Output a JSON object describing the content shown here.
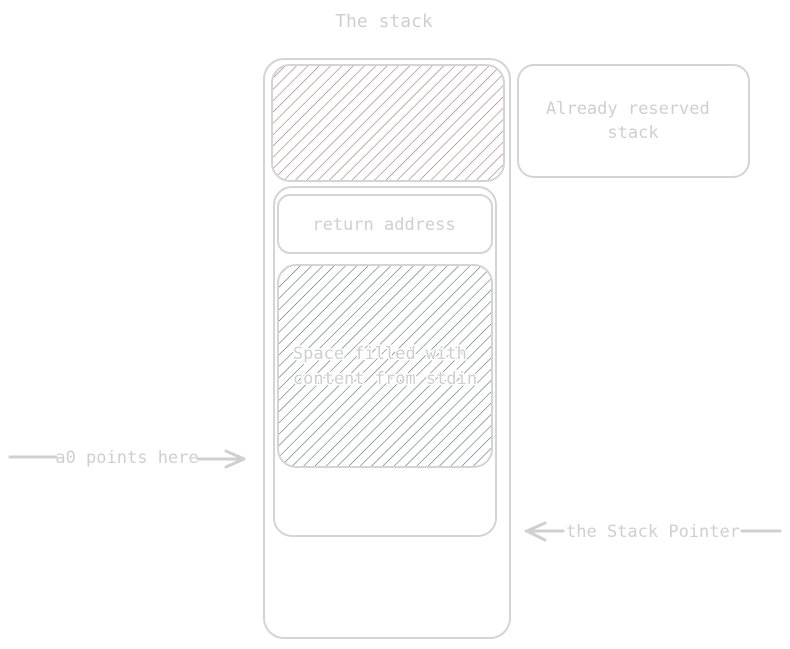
{
  "title": "The stack",
  "reserved_region": {
    "label_lines": [
      "Already reserved",
      "stack"
    ]
  },
  "frame": {
    "return_address_label": "return address",
    "filled_area_label_lines": [
      "Space filled with",
      "content from stdin"
    ]
  },
  "pointers": {
    "a0_label": "a0 points here",
    "sp_label": "the Stack Pointer"
  },
  "colors": {
    "outline": "#d4d4d4",
    "text": "#cfcfcf",
    "reserved_hatch": "#a06a6a",
    "filled_hatch": "#4e6470"
  }
}
